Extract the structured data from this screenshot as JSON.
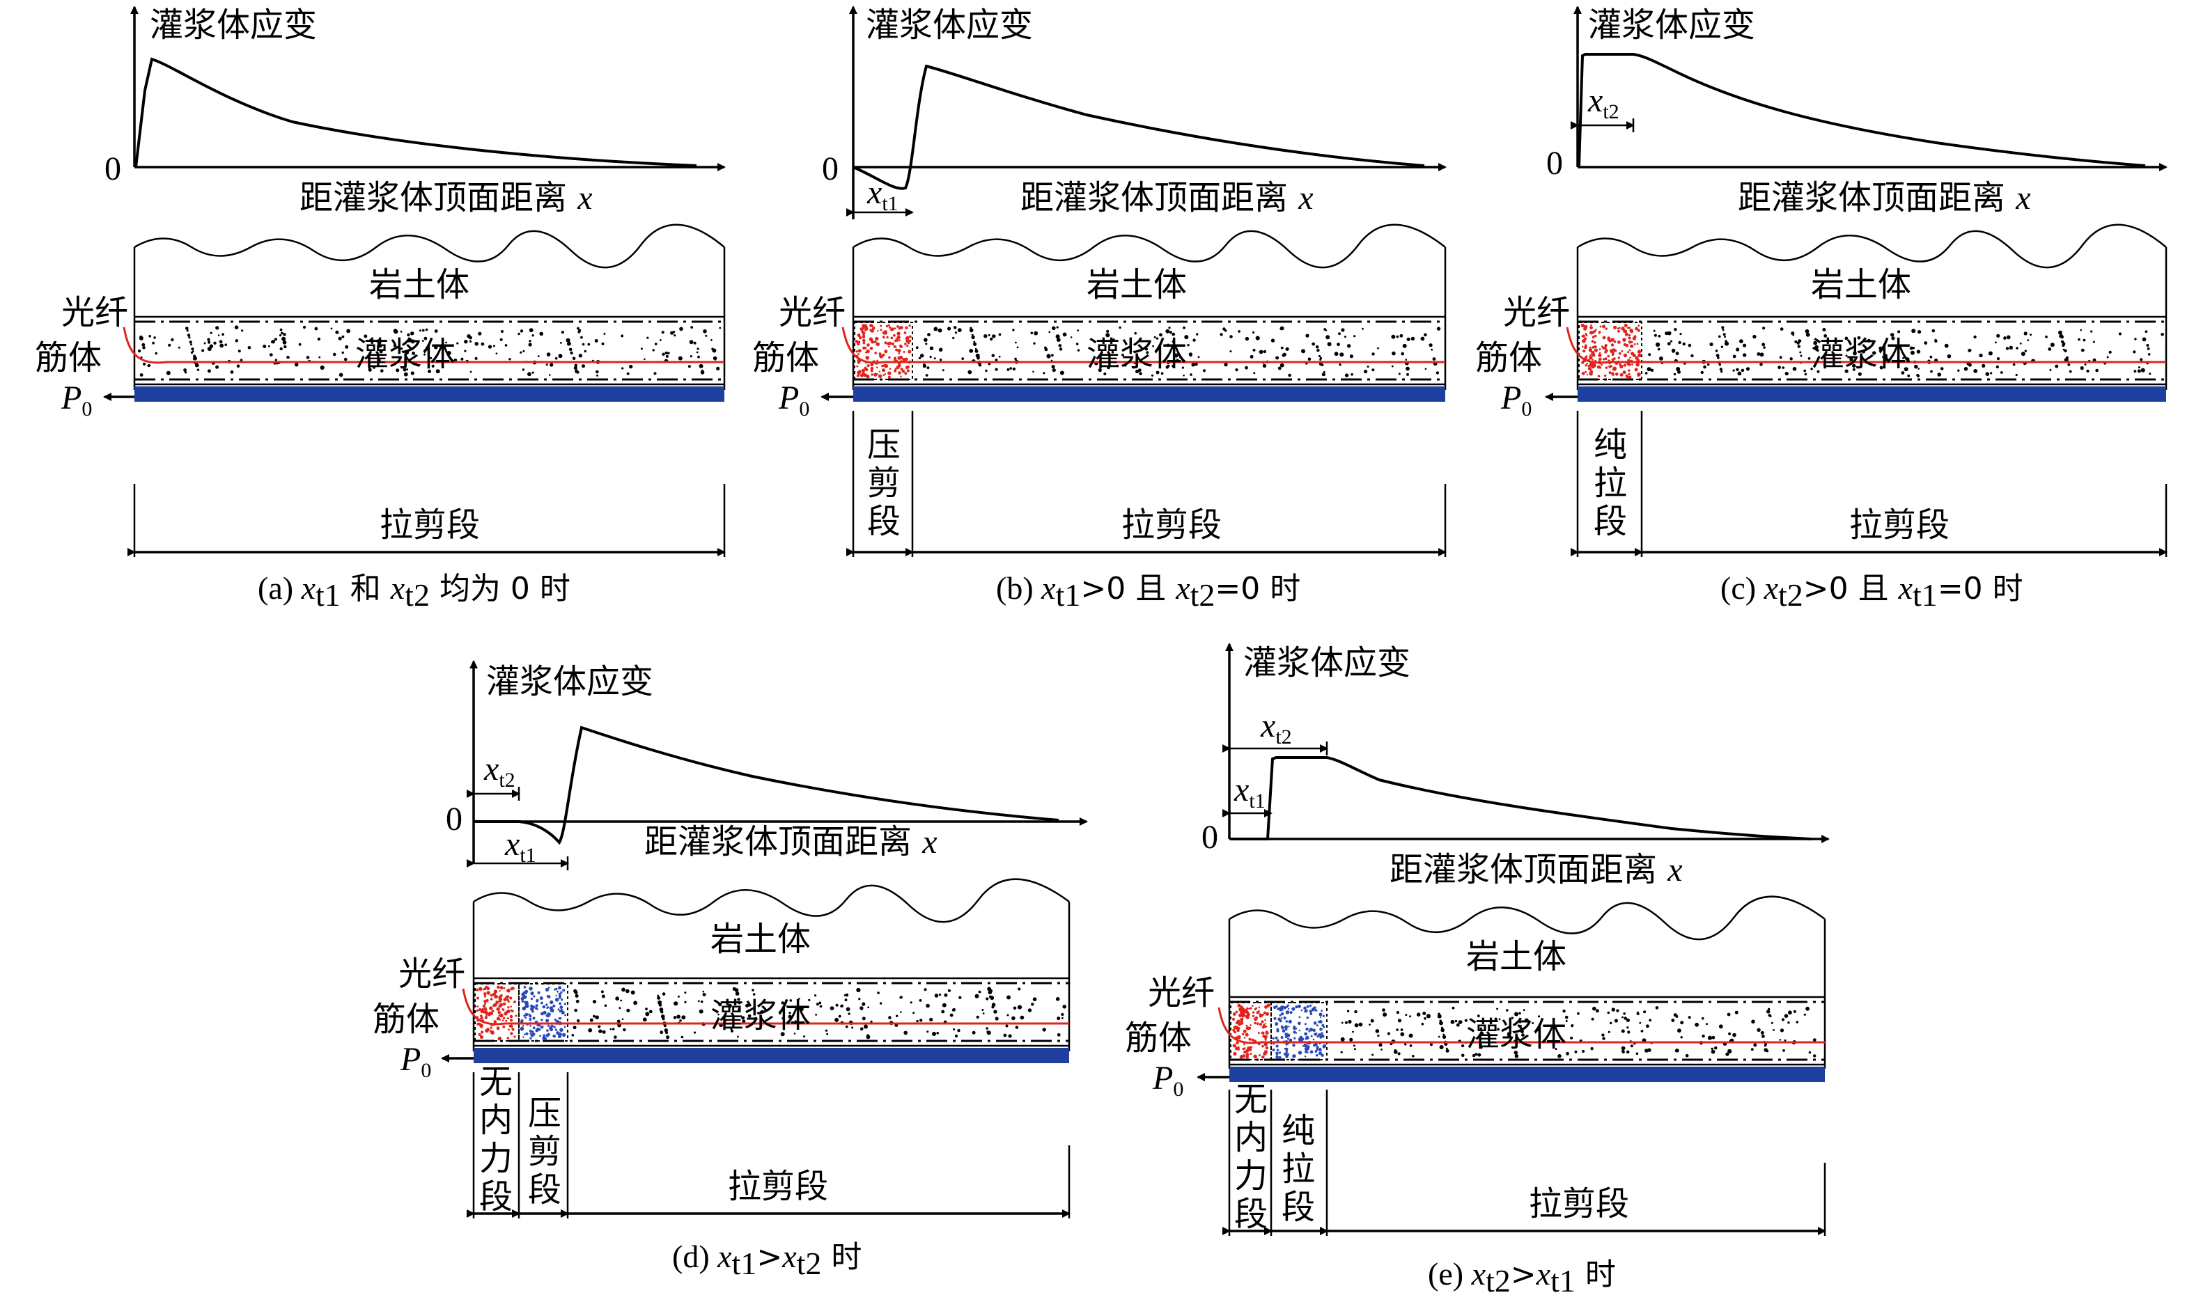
{
  "labels": {
    "y_axis": "灌浆体应变",
    "x_axis_text": "距灌浆体顶面距离 ",
    "x_axis_var": "x",
    "origin": "0",
    "rock": "岩土体",
    "grout": "灌浆体",
    "fiber": "光纤",
    "bar": "筋体",
    "load_p": "P",
    "load_sub": "0",
    "xt1_main": "x",
    "xt1_sub": "t1",
    "xt2_main": "x",
    "xt2_sub": "t2"
  },
  "segments": {
    "tension_shear": "拉剪段",
    "compression_shear": [
      "压",
      "剪",
      "段"
    ],
    "pure_tension": [
      "纯",
      "拉",
      "段"
    ],
    "no_force": [
      "无",
      "内",
      "力",
      "段"
    ]
  },
  "captions": {
    "a": {
      "prefix": "(a) ",
      "v1": "x",
      "s1": "t1",
      "mid": " 和 ",
      "v2": "x",
      "s2": "t2",
      "tail": " 均为 0 时"
    },
    "b": {
      "prefix": "(b) ",
      "v1": "x",
      "s1": "t1",
      "mid": ">0 且 ",
      "v2": "x",
      "s2": "t2",
      "tail": "=0 时"
    },
    "c": {
      "prefix": "(c) ",
      "v1": "x",
      "s1": "t2",
      "mid": ">0 且 ",
      "v2": "x",
      "s2": "t1",
      "tail": "=0 时"
    },
    "d": {
      "prefix": "(d) ",
      "v1": "x",
      "s1": "t1",
      "mid": ">",
      "v2": "x",
      "s2": "t2",
      "tail": " 时"
    },
    "e": {
      "prefix": "(e) ",
      "v1": "x",
      "s1": "t2",
      "mid": ">",
      "v2": "x",
      "s2": "t1",
      "tail": " 时"
    }
  },
  "colors": {
    "bar": "#1f3f9e",
    "fiber": "#e0241c",
    "red_dots": "#e0241c",
    "blue_dots": "#2a49b8"
  }
}
